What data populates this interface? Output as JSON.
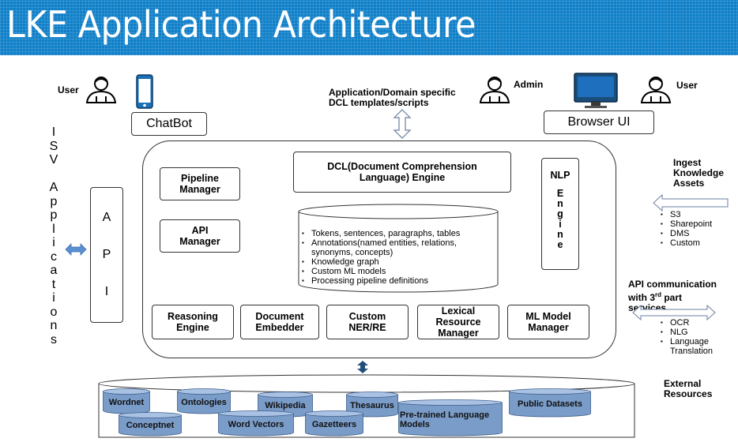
{
  "title": "LKE Application Architecture",
  "top": {
    "user_left": "User",
    "chatbot": "ChatBot",
    "templates_line1": "Application/Domain specific",
    "templates_line2": "DCL templates/scripts",
    "admin": "Admin",
    "browser_ui": "Browser UI",
    "user_right": "User"
  },
  "isv": [
    "I",
    "S",
    "V",
    "",
    "A",
    "p",
    "p",
    "l",
    "i",
    "c",
    "a",
    "t",
    "i",
    "o",
    "n",
    "s"
  ],
  "api_letters": [
    "A",
    "P",
    "I"
  ],
  "engine": {
    "dcl_line1": "DCL(Document Comprehension",
    "dcl_line2": "Language) Engine",
    "pipeline_line1": "Pipeline",
    "pipeline_line2": "Manager",
    "api_manager_line1": "API",
    "api_manager_line2": "Manager",
    "nlp_title": "NLP",
    "nlp_engine_letters": [
      "E",
      "n",
      "g",
      "i",
      "n",
      "e"
    ],
    "store_items": [
      "Tokens, sentences, paragraphs, tables",
      "Annotations(named entities, relations, synonyms, concepts)",
      "Knowledge graph",
      "Custom ML models",
      "Processing pipeline definitions"
    ],
    "bottom_boxes": [
      {
        "line1": "Reasoning",
        "line2": "Engine",
        "line3": ""
      },
      {
        "line1": "Document",
        "line2": "Embedder",
        "line3": ""
      },
      {
        "line1": "Custom",
        "line2": "NER/RE",
        "line3": ""
      },
      {
        "line1": "Lexical",
        "line2": "Resource",
        "line3": "Manager"
      },
      {
        "line1": "ML Model",
        "line2": "Manager",
        "line3": ""
      }
    ]
  },
  "ingest": {
    "title_lines": [
      "Ingest",
      "Knowledge",
      "Assets"
    ],
    "items": [
      "S3",
      "Sharepoint",
      "DMS",
      "Custom"
    ]
  },
  "api_comm": {
    "title_line1": "API communication",
    "title_line2_pre": "with 3",
    "title_line2_sup": "rd",
    "title_line2_post": " part",
    "title_line3": "services",
    "items": [
      "OCR",
      "NLG",
      "Language Translation"
    ]
  },
  "external": {
    "title_line1": "External",
    "title_line2": "Resources",
    "resources": [
      "Wordnet",
      "Ontologies",
      "Wikipedia",
      "Thesaurus",
      "Public Datasets",
      "Conceptnet",
      "Word Vectors",
      "Gazetteers",
      "Pre-trained Language Models"
    ]
  },
  "colors": {
    "header": "#0f7fc8",
    "cylinder": "#7a9cc8",
    "cylinder_top": "#a9c1e3",
    "arrow_fill": "#dce8f5",
    "dark_arrow": "#1f4e79"
  }
}
